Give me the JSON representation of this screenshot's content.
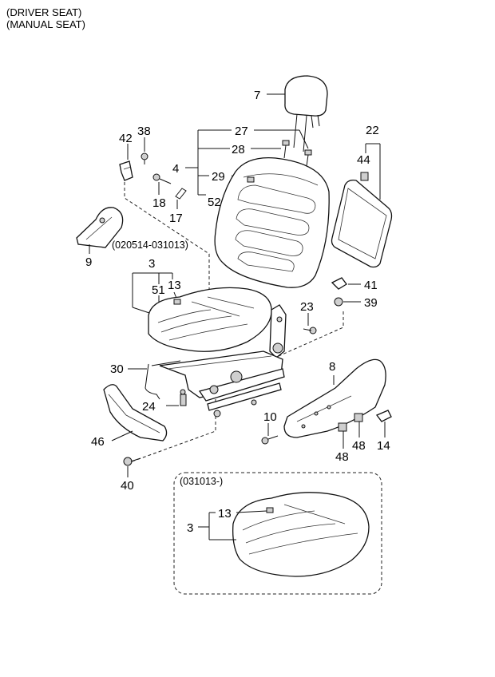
{
  "header": {
    "line1": "(DRIVER SEAT)",
    "line2": "(MANUAL SEAT)"
  },
  "date_ranges": {
    "early": "(020514-031013)",
    "late": "(031013-)"
  },
  "callouts": {
    "c7": "7",
    "c27": "27",
    "c28": "28",
    "c4": "4",
    "c29": "29",
    "c52": "52",
    "c22": "22",
    "c44": "44",
    "c42": "42",
    "c38": "38",
    "c18": "18",
    "c17": "17",
    "c9": "9",
    "c3": "3",
    "c51": "51",
    "c13": "13",
    "c41": "41",
    "c23": "23",
    "c39": "39",
    "c30": "30",
    "c8": "8",
    "c24": "24",
    "c10": "10",
    "c48a": "48",
    "c48b": "48",
    "c14": "14",
    "c46": "46",
    "c40": "40",
    "c13b": "13",
    "c3b": "3"
  }
}
